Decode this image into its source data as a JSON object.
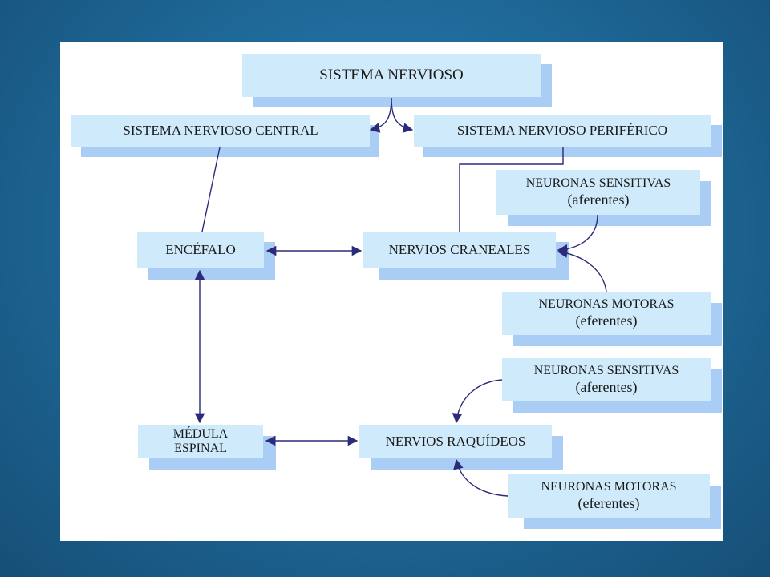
{
  "diagram": {
    "root": "SISTEMA NERVIOSO",
    "central": "SISTEMA NERVIOSO CENTRAL",
    "periferico": "SISTEMA NERVIOSO PERIFÉRICO",
    "encefalo": "ENCÉFALO",
    "craneales": "NERVIOS CRANEALES",
    "medula": [
      "MÉDULA",
      "ESPINAL"
    ],
    "raquideos": "NERVIOS RAQUÍDEOS",
    "sens1": [
      "NEURONAS SENSITIVAS",
      "(aferentes)"
    ],
    "mot1": [
      "NEURONAS MOTORAS",
      "(eferentes)"
    ],
    "sens2": [
      "NEURONAS SENSITIVAS",
      "(aferentes)"
    ],
    "mot2": [
      "NEURONAS MOTORAS",
      "(eferentes)"
    ]
  },
  "colors": {
    "box": "#cfeafb",
    "shadow": "#a9cdf5",
    "arrow": "#2b2b7a",
    "background": "#1f6a9a"
  }
}
